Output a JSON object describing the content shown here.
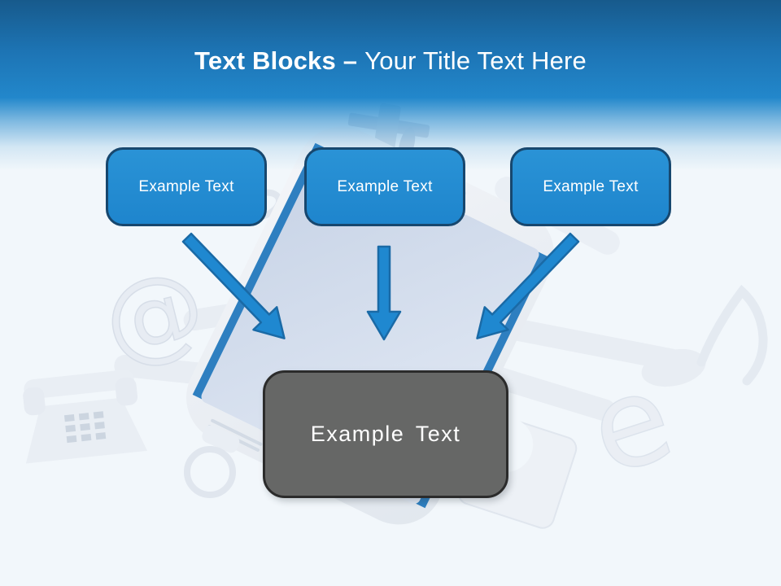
{
  "slide": {
    "title": {
      "bold_part": "Text Blocks –",
      "regular_part": "Your Title Text Here"
    },
    "text_blocks": [
      {
        "label": "Example Text"
      },
      {
        "label": "Example Text"
      },
      {
        "label": "Example Text"
      }
    ],
    "summary_block": {
      "label": "Example Text"
    },
    "colors": {
      "header_blue_dark": "#175a8c",
      "header_blue": "#2287cb",
      "block_fill": "#1f88d0",
      "block_border": "#17476e",
      "arrow_fill": "#1f88d0",
      "arrow_border": "#1a6aa6",
      "summary_fill": "#666766",
      "summary_border": "#2b2b2b",
      "page_background": "#f2f7fb"
    },
    "background_art": {
      "icons": [
        "smartphone",
        "at-symbol",
        "desk-telephone",
        "key-ring",
        "music-note",
        "letter-e",
        "photo-frame"
      ]
    }
  }
}
